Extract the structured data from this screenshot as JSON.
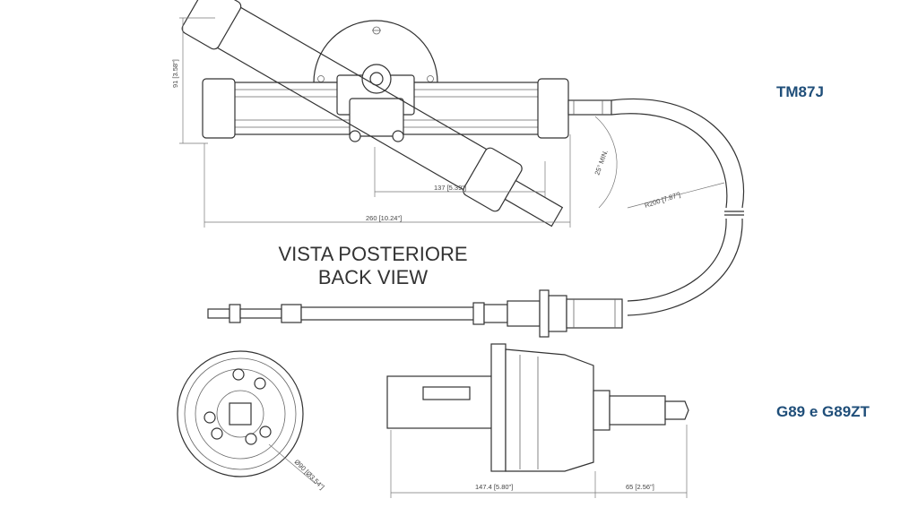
{
  "labels": {
    "model_top": "TM87J",
    "model_bottom": "G89 e G89ZT",
    "view_line1": "VISTA POSTERIORE",
    "view_line2": "BACK VIEW"
  },
  "dimensions": {
    "height_top": "91 [3.58\"]",
    "dist_137": "137 [5.39\"]",
    "length_260": "260 [10.24\"]",
    "angle_min": "25° MIN.",
    "radius_min": "R200 [7.87\"]",
    "diameter": "Ø90 [Ø3.54\"]",
    "length_147": "147.4 [5.80\"]",
    "length_65": "65 [2.56\"]"
  },
  "colors": {
    "model_label": "#1f4e79",
    "line": "#333333"
  }
}
